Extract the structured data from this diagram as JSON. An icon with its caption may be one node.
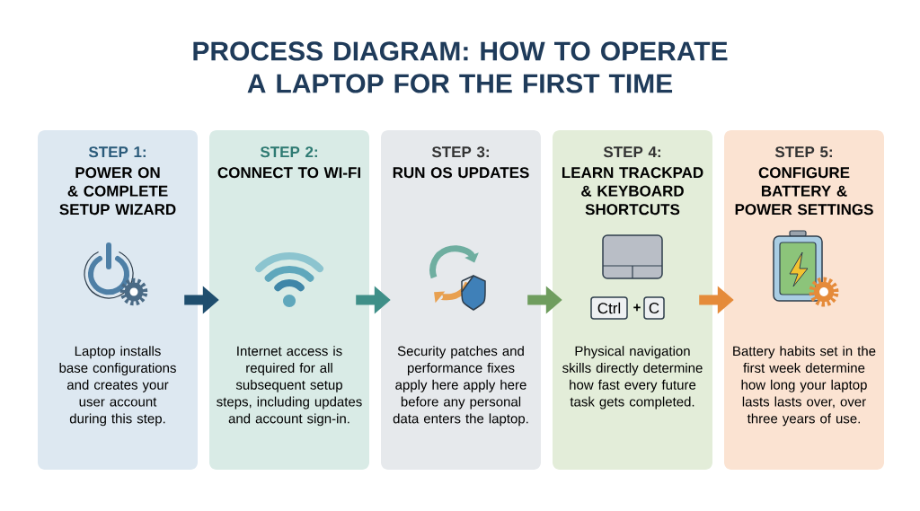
{
  "diagram": {
    "title": "PROCESS DIAGRAM: HOW TO OPERATE A LAPTOP FOR THE FIRST TIME",
    "nodes": [
      {
        "text": [
          "STEP 1:",
          "POWER ON & COMPLETE SETUP WIZARD",
          "Laptop installs base configurations and creates your user account during this step."
        ]
      },
      {
        "text": [
          "STEP 2:",
          "CONNECT TO WI-FI",
          "Internet access is required for all subsequent setup steps, including updates and account sign-in."
        ]
      },
      {
        "text": [
          "STEP 3:",
          "RUN OS UPDATES",
          "Security patches and performance fixes apply here apply here before any personal data enters the laptop."
        ]
      },
      {
        "text": [
          "STEP 4:",
          "LEARN TRACKPAD & KEYBOARD SHORTCUTS",
          "Physical navigation skills directly determine how fast every future task gets completed."
        ]
      },
      {
        "text": [
          "STEP 5:",
          "CONFIGURE BATTERY & POWER SETTINGS",
          "Battery habits set in the first week determine how long your laptop lasts lasts over, over three years of use."
        ]
      }
    ],
    "edges": [
      {
        "from": 0,
        "to": 1,
        "arrow": "to",
        "color": "#1f4e6e"
      },
      {
        "from": 1,
        "to": 2,
        "arrow": "to",
        "color": "#3f8f88"
      },
      {
        "from": 2,
        "to": 3,
        "arrow": "to",
        "color": "#6f9d5e"
      },
      {
        "from": 3,
        "to": 4,
        "arrow": "to",
        "color": "#e58b3a"
      }
    ],
    "labels": [
      "Ctrl",
      "+",
      "C"
    ]
  }
}
